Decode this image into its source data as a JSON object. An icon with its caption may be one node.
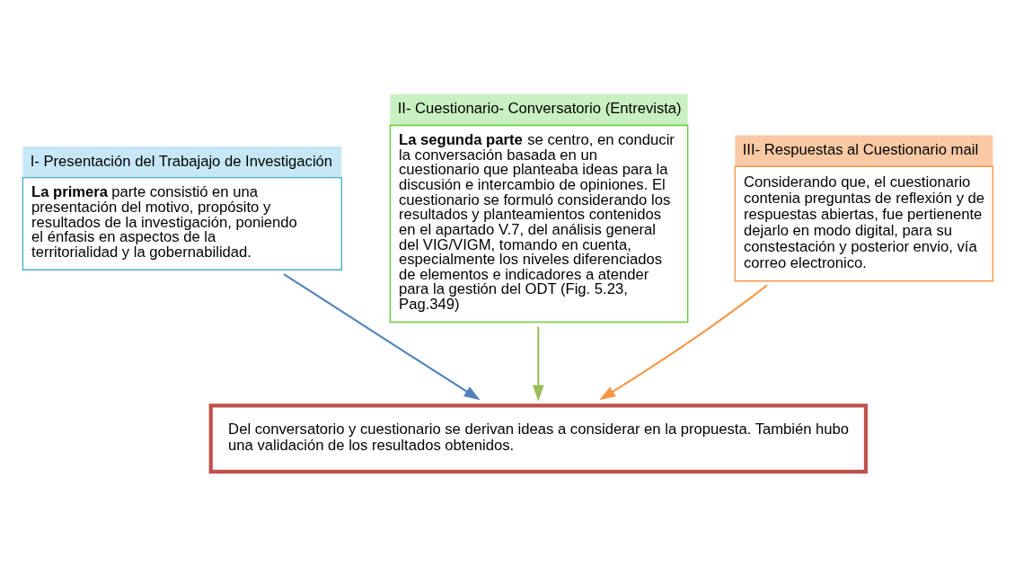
{
  "diagram": {
    "nodes": [
      {
        "text": [
          "I- Presentación del Trabajajo de Investigación",
          "**La primera** parte consistió en una presentación del motivo, propósito y resultados de la investigación, poniendo el énfasis en aspectos de la territorialidad y la gobernabilidad."
        ]
      },
      {
        "text": [
          "II- Cuestionario- Conversatorio (Entrevista)",
          "**La segunda parte** se centro, en conducir la conversación basada en un cuestionario que planteaba ideas para la discusión e intercambio de opiniones. El cuestionario se formuló considerando los resultados y planteamientos contenidos en el apartado V.7, del análisis general del VIG/VIGM, tomando en cuenta, especialmente los niveles diferenciados de elementos e indicadores a atender para la gestión del ODT (Fig. 5.23, Pag.349)"
        ]
      },
      {
        "text": [
          "III- Respuestas al Cuestionario mail",
          "Considerando que, el cuestionario contenia preguntas de reflexión y de respuestas abiertas, fue pertienente dejarlo en modo digital, para su constestación y posterior envio, vía correo electronico."
        ]
      },
      {
        "text": [
          "Del conversatorio y cuestionario se derivan ideas a considerar en la propuesta. También hubo una validación de los resultados obtenidos."
        ]
      }
    ],
    "edges": [
      {
        "from": 0,
        "to": 3,
        "arrow": "to",
        "color": "#4f81bd"
      },
      {
        "from": 1,
        "to": 3,
        "arrow": "to",
        "color": "#9bbb59"
      },
      {
        "from": 2,
        "to": 3,
        "arrow": "to",
        "color": "#f79646"
      }
    ]
  }
}
